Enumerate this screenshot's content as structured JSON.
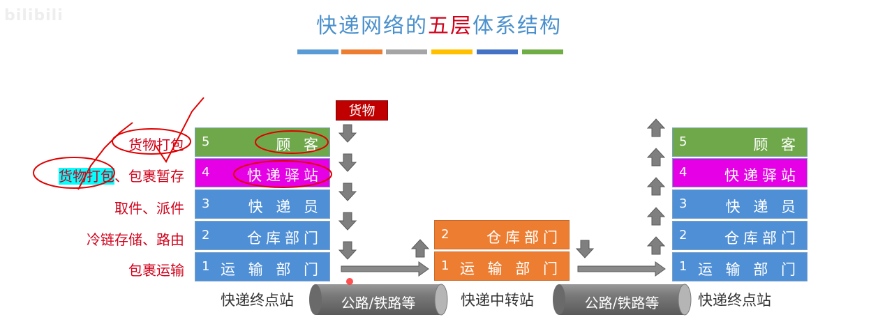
{
  "watermark": "bilibili",
  "title": {
    "prefix": "快递网络的",
    "highlight": "五层",
    "suffix": "体系结构"
  },
  "title_bar_colors": [
    "#5b9bd5",
    "#ed7d31",
    "#a5a5a5",
    "#ffc000",
    "#4472c4",
    "#70ad47"
  ],
  "cargo_label": "货物",
  "left_stack": {
    "layers": [
      {
        "num": "5",
        "name": "顾 客"
      },
      {
        "num": "4",
        "name": "快递驿站"
      },
      {
        "num": "3",
        "name": "快 递 员"
      },
      {
        "num": "2",
        "name": "仓库部门"
      },
      {
        "num": "1",
        "name": "运 输 部 门"
      }
    ],
    "station_label": "快递终点站"
  },
  "middle_stack": {
    "layers": [
      {
        "num": "2",
        "name": "仓库部门"
      },
      {
        "num": "1",
        "name": "运 输 部 门"
      }
    ],
    "station_label": "快递中转站"
  },
  "right_stack": {
    "layers": [
      {
        "num": "5",
        "name": "顾 客"
      },
      {
        "num": "4",
        "name": "快递驿站"
      },
      {
        "num": "3",
        "name": "快 递 员"
      },
      {
        "num": "2",
        "name": "仓库部门"
      },
      {
        "num": "1",
        "name": "运 输 部 门"
      }
    ],
    "station_label": "快递终点站"
  },
  "left_labels": {
    "l5": "货物打包",
    "l4_highlight": "货物打包",
    "l4_rest": "、包裹暂存",
    "l3": "取件、派件",
    "l2": "冷链存储、路由",
    "l1": "包裹运输"
  },
  "pipes": [
    "公路/铁路等",
    "公路/铁路等"
  ],
  "colors": {
    "title": "#4a90cc",
    "title_highlight": "#d0021b",
    "annotation": "#d0021b",
    "layer_green": "#6fa84a",
    "layer_magenta": "#e600e6",
    "layer_blue": "#4f8fd6",
    "layer_orange": "#ed7d31",
    "arrow_gray": "#7f7f7f"
  }
}
